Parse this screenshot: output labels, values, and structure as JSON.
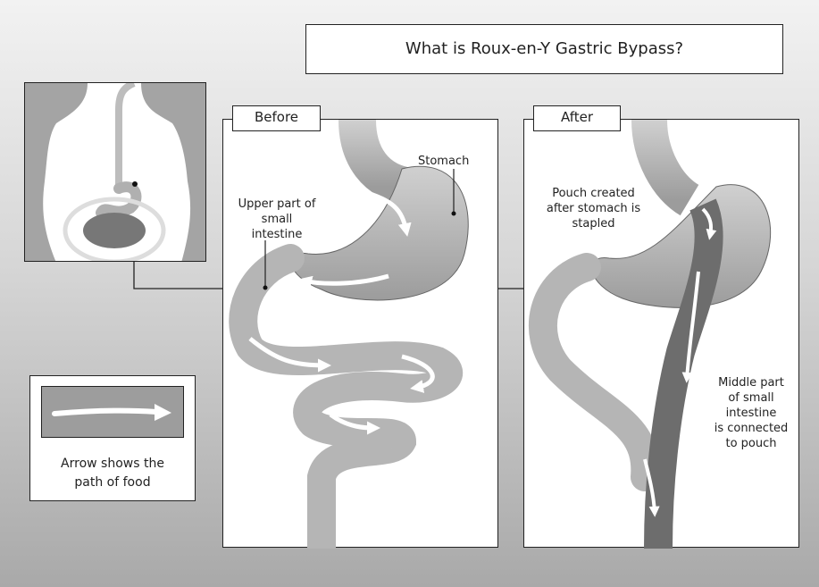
{
  "title": "What is Roux-en-Y Gastric Bypass?",
  "before_panel": {
    "label": "Before",
    "stomach_label": "Stomach",
    "intestine_label": [
      "Upper part of",
      "small",
      "intestine"
    ]
  },
  "after_panel": {
    "label": "After",
    "pouch_label": [
      "Pouch created",
      "after stomach is",
      "stapled"
    ],
    "middle_label": [
      "Middle part",
      "of small",
      "intestine",
      "is connected",
      "to pouch"
    ]
  },
  "legend": {
    "text": [
      "Arrow shows the",
      "path of food"
    ]
  },
  "colors": {
    "border": "#222222",
    "panel": "#ffffff",
    "organ": "#b9b9b9",
    "bypass": "#6d6d6d"
  }
}
